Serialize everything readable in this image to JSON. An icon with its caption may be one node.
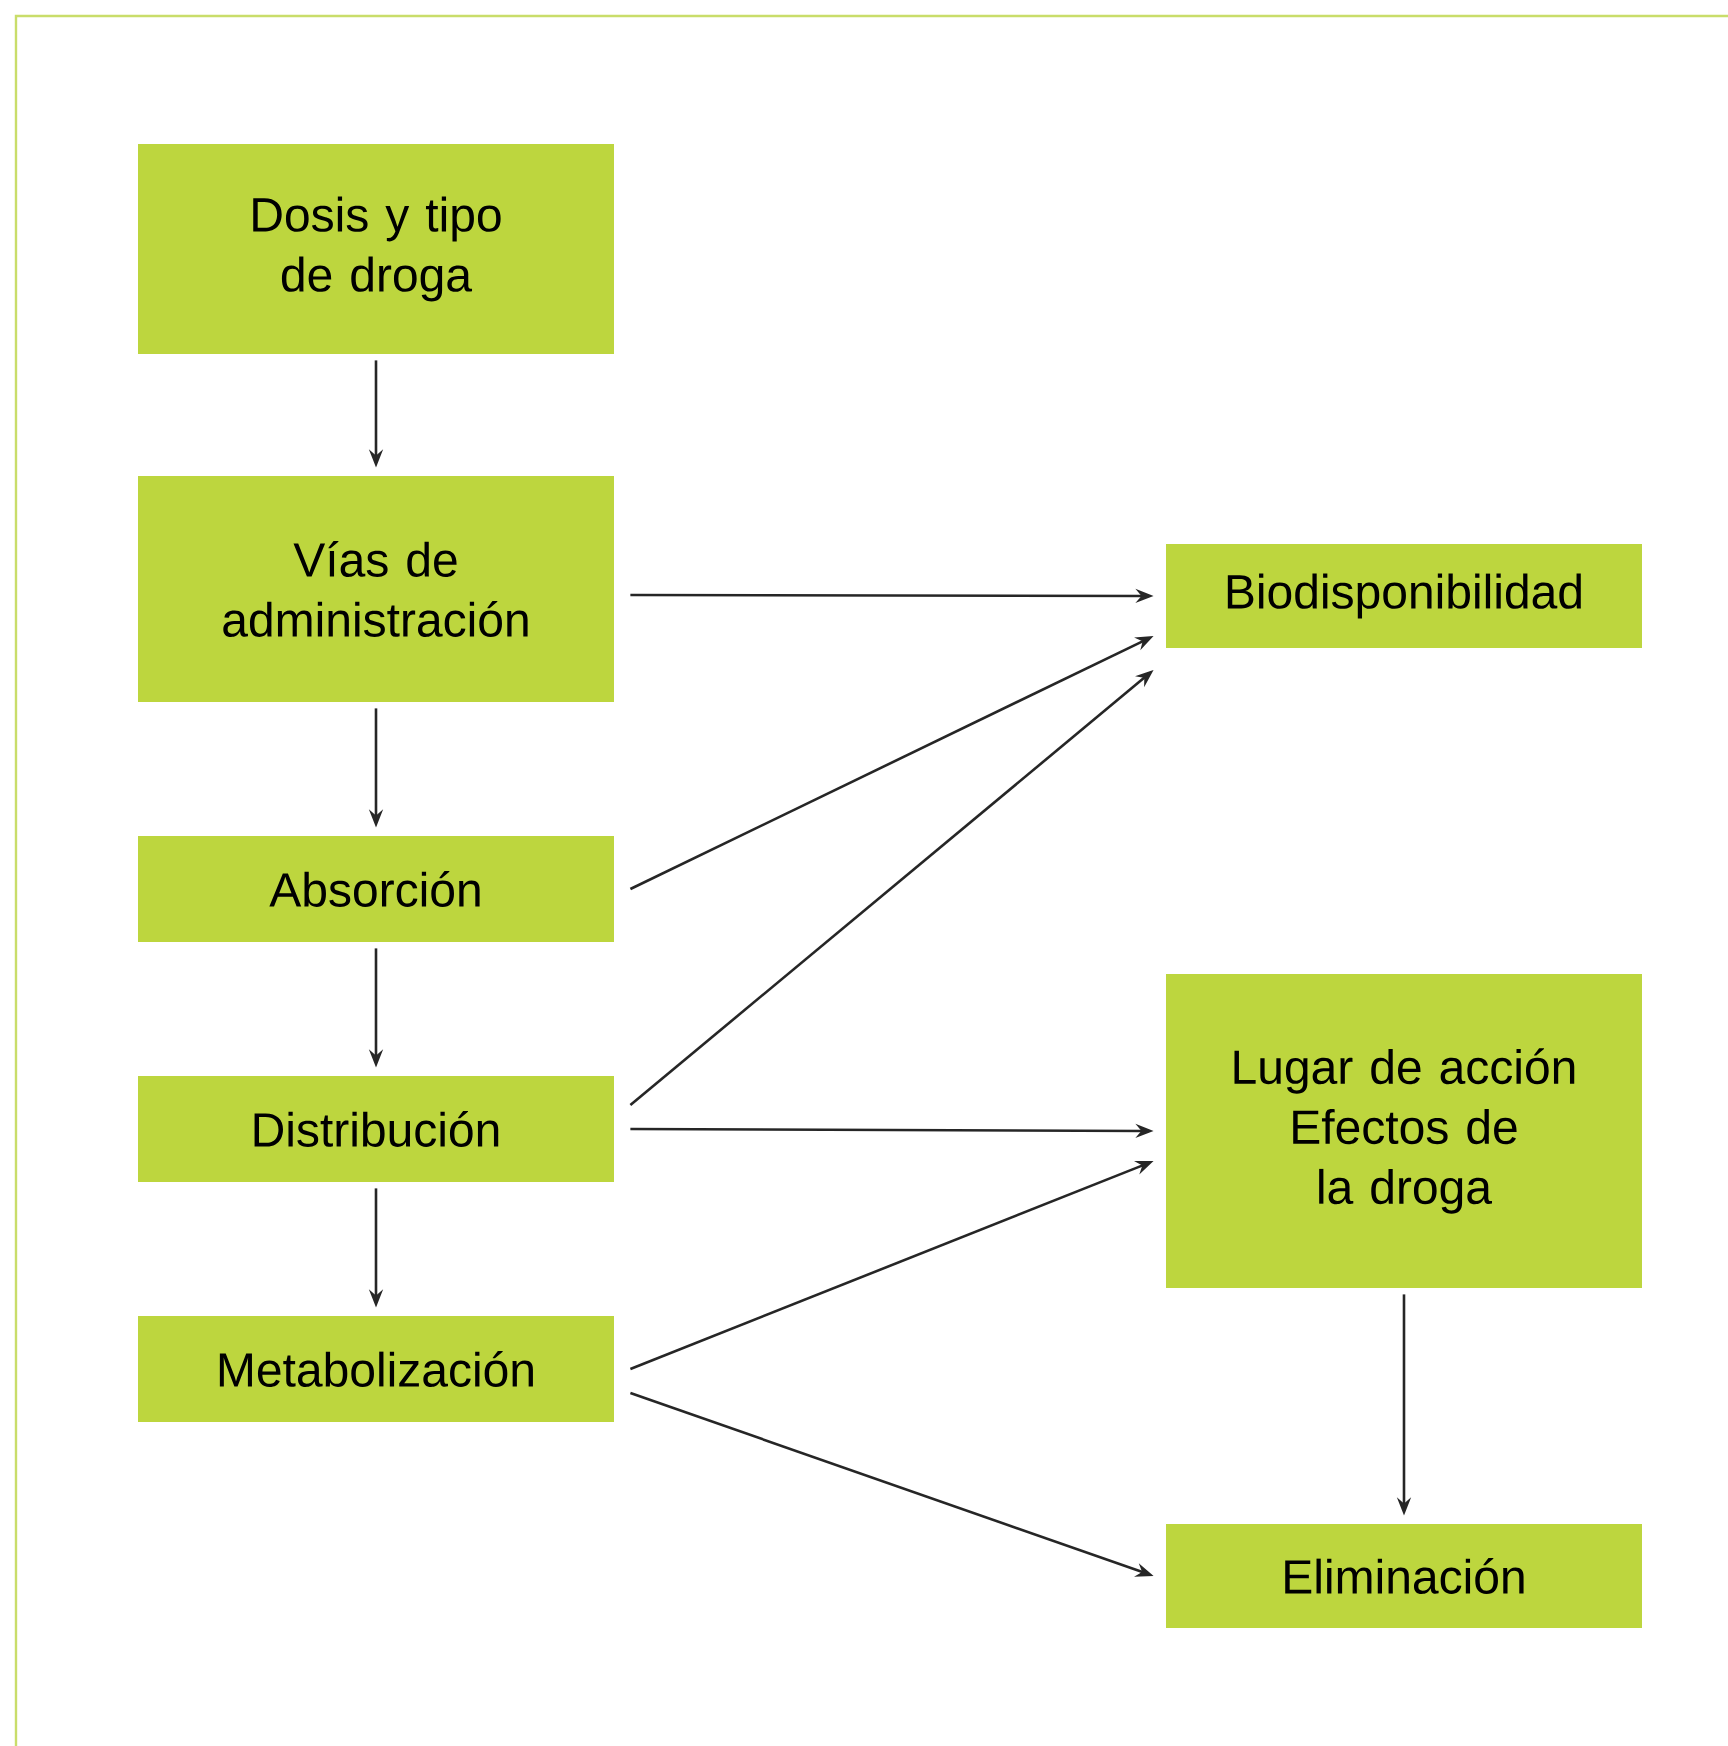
{
  "diagram": {
    "nodes": [
      {
        "text": [
          "Dosis y tipo de droga"
        ]
      },
      {
        "text": [
          "Vías de administración"
        ]
      },
      {
        "text": [
          "Absorción"
        ]
      },
      {
        "text": [
          "Distribución"
        ]
      },
      {
        "text": [
          "Metabolización"
        ]
      },
      {
        "text": [
          "Biodisponibilidad"
        ]
      },
      {
        "text": [
          "Lugar de acción",
          "Efectos de la droga"
        ]
      },
      {
        "text": [
          "Eliminación"
        ]
      }
    ],
    "edges": [
      {
        "from": 0,
        "to": 1,
        "arrow": "to"
      },
      {
        "from": 1,
        "to": 2,
        "arrow": "to"
      },
      {
        "from": 2,
        "to": 3,
        "arrow": "to"
      },
      {
        "from": 3,
        "to": 4,
        "arrow": "to"
      },
      {
        "from": 1,
        "to": 5,
        "arrow": "to"
      },
      {
        "from": 2,
        "to": 5,
        "arrow": "to"
      },
      {
        "from": 3,
        "to": 5,
        "arrow": "to"
      },
      {
        "from": 3,
        "to": 6,
        "arrow": "to"
      },
      {
        "from": 4,
        "to": 6,
        "arrow": "to"
      },
      {
        "from": 4,
        "to": 7,
        "arrow": "to"
      },
      {
        "from": 6,
        "to": 7,
        "arrow": "to"
      }
    ]
  }
}
